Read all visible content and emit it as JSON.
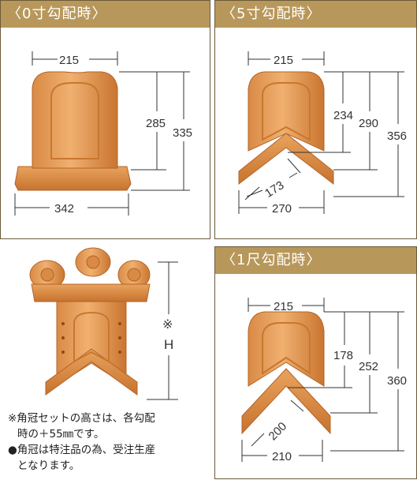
{
  "panels": {
    "p0": {
      "title": "〈0寸勾配時〉",
      "width": "215",
      "h1": "285",
      "h2": "335",
      "base": "342"
    },
    "p5": {
      "title": "〈5寸勾配時〉",
      "width": "215",
      "h1": "234",
      "h2": "290",
      "h3": "356",
      "diag": "173",
      "base": "270"
    },
    "p1": {
      "title": "〈1尺勾配時〉",
      "width": "215",
      "h1": "178",
      "h2": "252",
      "h3": "360",
      "diag": "200",
      "base": "210"
    }
  },
  "crown": {
    "height_mark": "※",
    "height_label": "H"
  },
  "notes": {
    "line1": "※角冠セットの高さは、各勾配",
    "line2": "時の＋55㎜です。",
    "line3": "●角冠は特注品の為、受注生産",
    "line4": "となります。"
  }
}
